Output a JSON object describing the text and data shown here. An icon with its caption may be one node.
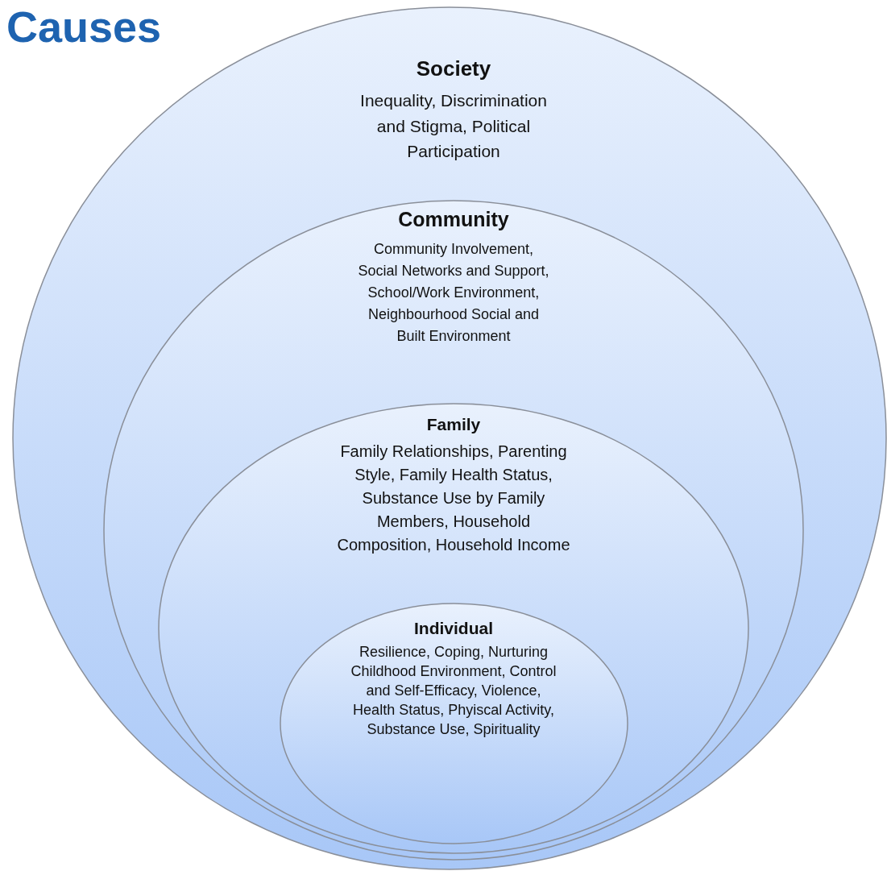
{
  "diagram": {
    "title": "Causes",
    "nodes": [
      {
        "text": [
          "Society",
          "Inequality, Discrimination and Stigma, Political Participation"
        ]
      },
      {
        "text": [
          "Community",
          "Community Involvement, Social Networks and Support, School/Work Environment, Neighbourhood Social and Built Environment"
        ],
        "in": 0
      },
      {
        "text": [
          "Family",
          "Family Relationships, Parenting Style, Family Health Status, Substance Use by Family Members, Household Composition, Household Income"
        ],
        "in": 1
      },
      {
        "text": [
          "Individual",
          "Resilience, Coping, Nurturing Childhood Environment, Control and Self-Efficacy, Violence, Health Status, Phyiscal Activity, Substance Use, Spirituality"
        ],
        "in": 2
      }
    ]
  }
}
